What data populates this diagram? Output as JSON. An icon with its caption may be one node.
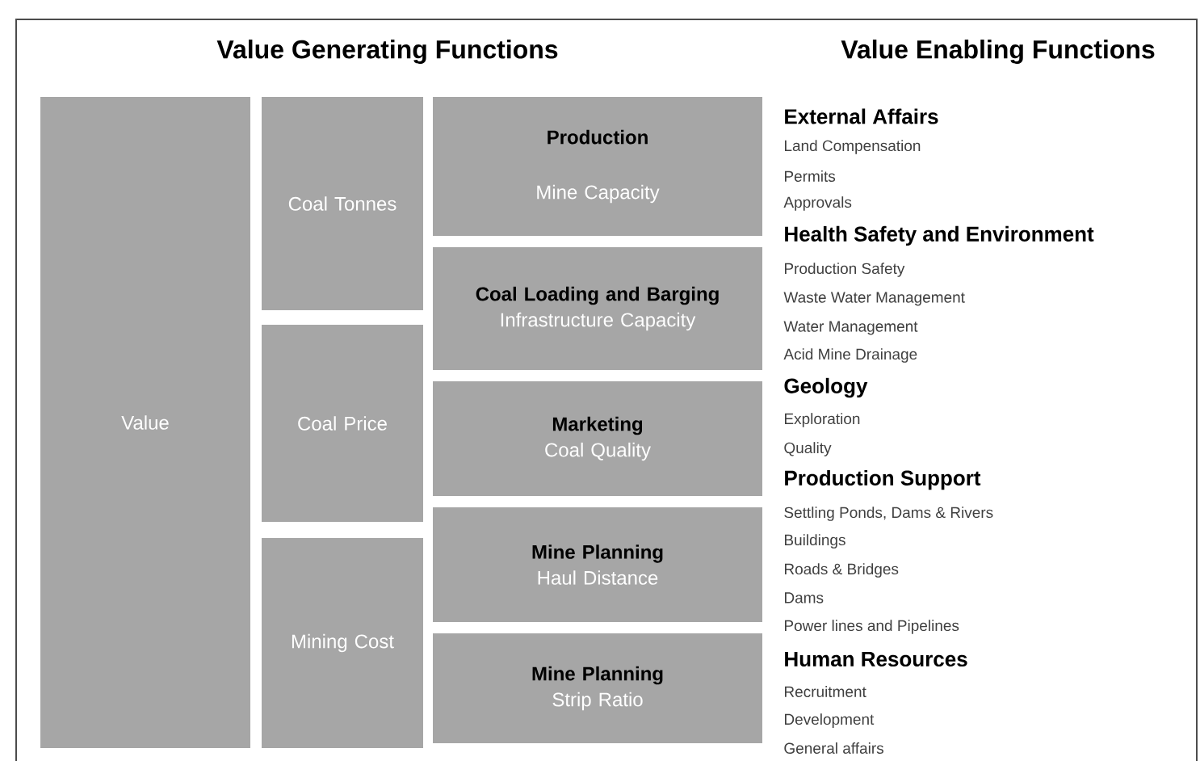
{
  "diagram": {
    "title": "Value Generating Functions",
    "nodes": [
      {
        "text": [
          "Value"
        ]
      },
      {
        "text": [
          "Coal Tonnes"
        ]
      },
      {
        "text": [
          "Coal Price"
        ]
      },
      {
        "text": [
          "Mining Cost"
        ]
      },
      {
        "text": [
          "Production",
          "Mine Capacity"
        ]
      },
      {
        "text": [
          "Coal Loading and Barging",
          "Infrastructure Capacity"
        ]
      },
      {
        "text": [
          "Marketing",
          "Coal Quality"
        ]
      },
      {
        "text": [
          "Mine Planning",
          "Haul Distance"
        ]
      },
      {
        "text": [
          "Mine Planning",
          "Strip Ratio"
        ]
      }
    ],
    "labels": [
      "Value Enabling Functions",
      "External Affairs",
      "Land Compensation",
      "Permits",
      "Approvals",
      "Health Safety and Environment",
      "Production Safety",
      "Waste Water Management",
      "Water Management",
      "Acid Mine Drainage",
      "Geology",
      "Exploration",
      "Quality",
      "Production Support",
      "Settling Ponds, Dams & Rivers",
      "Buildings",
      "Roads & Bridges",
      "Dams",
      "Power lines and Pipelines",
      "Human Resources",
      "Recruitment",
      "Development",
      "General affairs"
    ]
  }
}
